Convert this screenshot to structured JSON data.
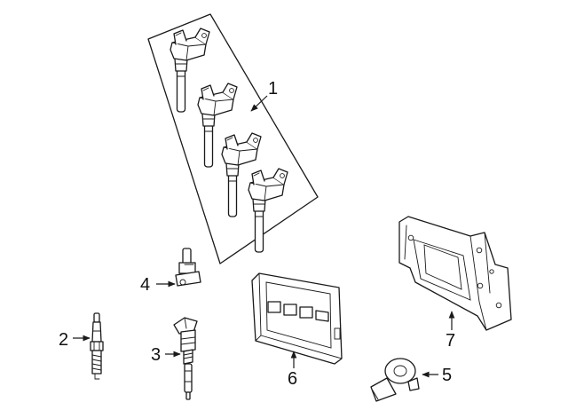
{
  "callouts": {
    "c1": "1",
    "c2": "2",
    "c3": "3",
    "c4": "4",
    "c5": "5",
    "c6": "6",
    "c7": "7"
  },
  "colors": {
    "line": "#1a1a1a",
    "background": "#ffffff"
  },
  "parts": [
    {
      "id": "ignition-coil-set",
      "callout": "1",
      "icon": "ignition-coil-icon",
      "count": 4
    },
    {
      "id": "spark-plug",
      "callout": "2",
      "icon": "spark-plug-icon"
    },
    {
      "id": "ignition-coil-single",
      "callout": "3",
      "icon": "ignition-coil-icon"
    },
    {
      "id": "position-sensor",
      "callout": "4",
      "icon": "sensor-icon"
    },
    {
      "id": "knock-sensor",
      "callout": "5",
      "icon": "knock-sensor-icon"
    },
    {
      "id": "engine-control-module",
      "callout": "6",
      "icon": "ecm-icon"
    },
    {
      "id": "ecm-bracket",
      "callout": "7",
      "icon": "bracket-icon"
    }
  ]
}
